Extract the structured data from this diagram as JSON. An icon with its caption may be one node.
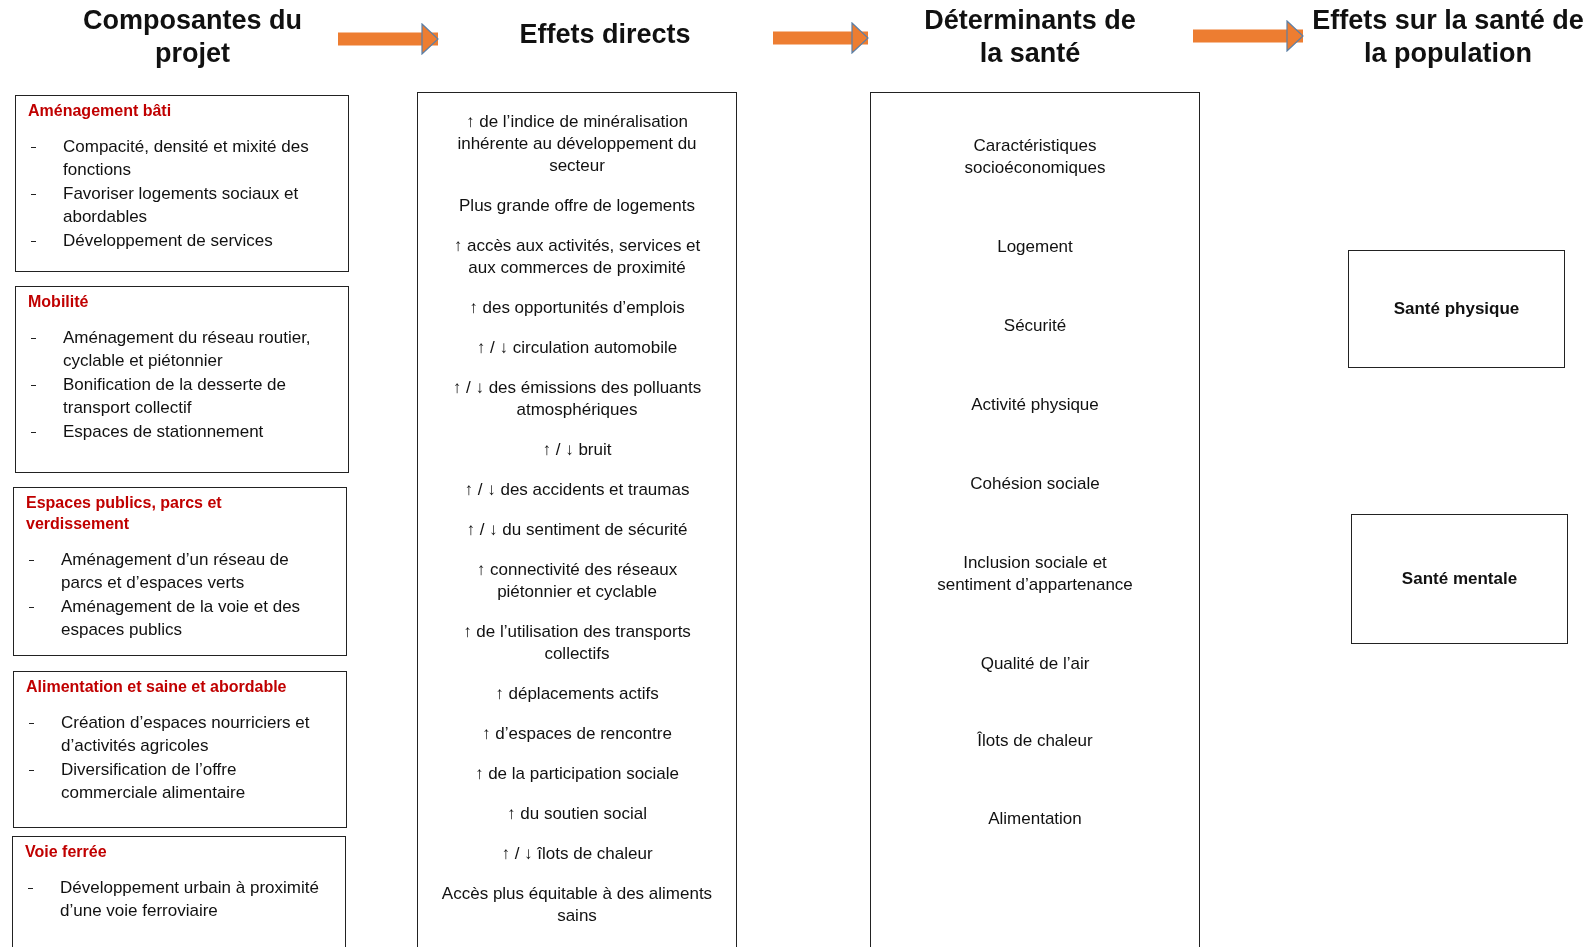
{
  "diagram": {
    "nodes": [
      {
        "text": [
          "Composantes du projet"
        ]
      },
      {
        "text": [
          "Effets directs"
        ]
      },
      {
        "text": [
          "Déterminants de la santé"
        ]
      },
      {
        "text": [
          "Effets sur la santé de la population"
        ]
      },
      {
        "text": [
          "Aménagement bâti",
          "Compacité, densité et mixité des fonctions",
          "Favoriser logements sociaux et abordables",
          "Développement de services"
        ]
      },
      {
        "text": [
          "Mobilité",
          "Aménagement du réseau routier, cyclable et piétonnier",
          "Bonification de la desserte de transport collectif",
          "Espaces de stationnement"
        ]
      },
      {
        "text": [
          "Espaces publics, parcs et verdissement",
          "Aménagement d’un réseau de parcs et d’espaces verts",
          "Aménagement de la voie et des espaces publics"
        ]
      },
      {
        "text": [
          "Alimentation et saine et abordable",
          "Création d’espaces nourriciers et d’activités agricoles",
          "Diversification de l’offre commerciale alimentaire"
        ]
      },
      {
        "text": [
          "Voie ferrée",
          "Développement urbain à proximité d’une voie ferroviaire"
        ]
      },
      {
        "text": [
          "↑ de l’indice de minéralisation inhérente au développement du secteur",
          "Plus grande offre de logements",
          "↑ accès aux activités, services et aux commerces de proximité",
          "↑ des opportunités d’emplois",
          "↑ / ↓ circulation automobile",
          "↑ / ↓ des émissions des polluants atmosphériques",
          "↑ / ↓ bruit",
          "↑ / ↓ des accidents et traumas",
          "↑ / ↓ du sentiment de sécurité",
          "↑ connectivité des réseaux piétonnier et cyclable",
          "↑ de l’utilisation des transports collectifs",
          "↑ déplacements actifs",
          "↑ d’espaces de rencontre",
          "↑ de la participation sociale",
          "↑ du soutien social",
          "↑ / ↓ îlots de chaleur",
          "Accès plus équitable à des aliments sains"
        ]
      },
      {
        "text": [
          "Caractéristiques socioéconomiques",
          "Logement",
          "Sécurité",
          "Activité physique",
          "Cohésion sociale",
          "Inclusion sociale et sentiment d’appartenance",
          "Qualité de l’air",
          "Îlots de chaleur",
          "Alimentation"
        ]
      },
      {
        "text": [
          "Santé physique"
        ]
      },
      {
        "text": [
          "Santé mentale"
        ]
      }
    ],
    "edges": [
      {
        "from": 0,
        "to": 1,
        "arrow": "to"
      },
      {
        "from": 1,
        "to": 2,
        "arrow": "to"
      },
      {
        "from": 2,
        "to": 3,
        "arrow": "to"
      }
    ]
  }
}
